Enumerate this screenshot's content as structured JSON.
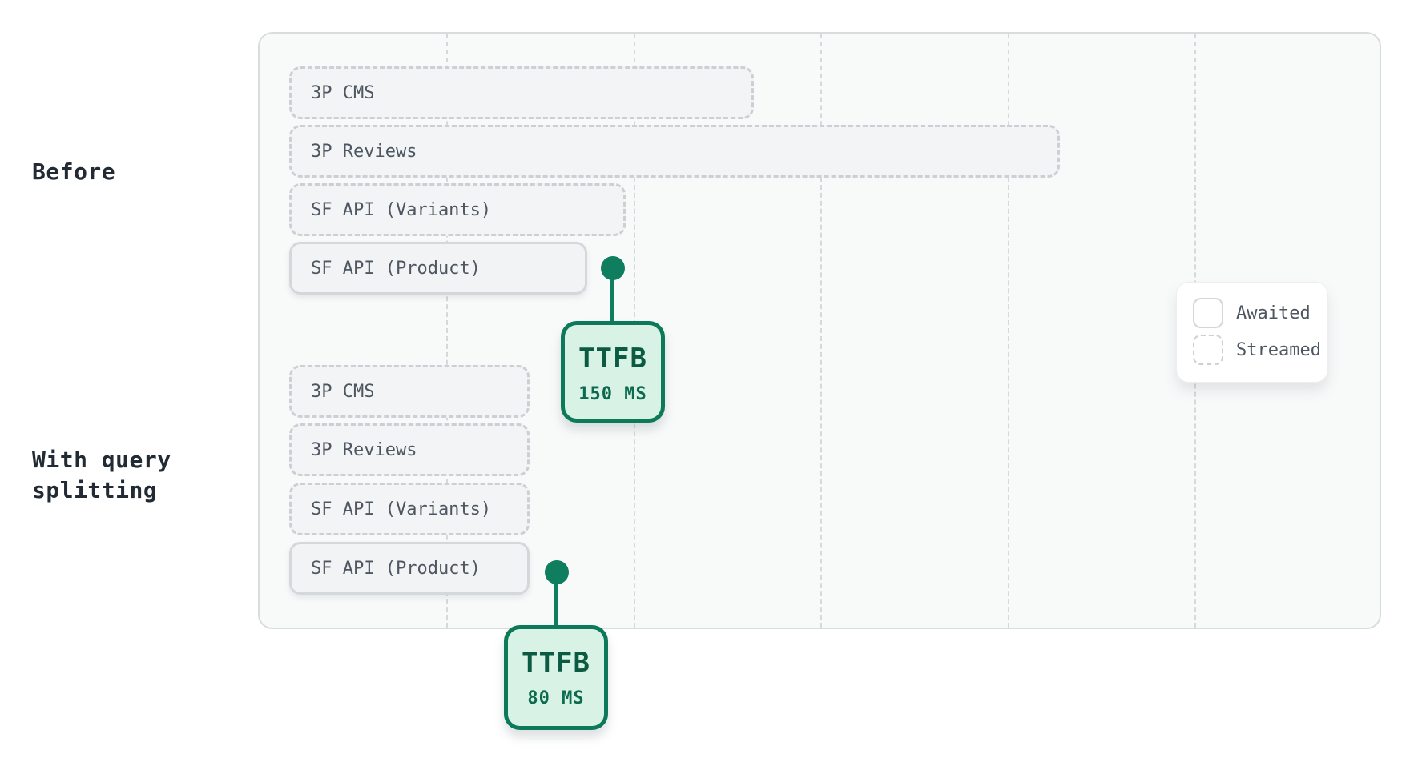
{
  "sections": [
    {
      "label": "Before"
    },
    {
      "label": "With query\nsplitting"
    }
  ],
  "timeline": {
    "groups": [
      {
        "section": "Before",
        "bars": [
          {
            "label": "3P CMS",
            "type": "streamed"
          },
          {
            "label": "3P Reviews",
            "type": "streamed"
          },
          {
            "label": "SF API (Variants)",
            "type": "streamed"
          },
          {
            "label": "SF API (Product)",
            "type": "awaited"
          }
        ],
        "ttfb": {
          "title": "TTFB",
          "value": "150 MS"
        }
      },
      {
        "section": "With query splitting",
        "bars": [
          {
            "label": "3P CMS",
            "type": "streamed"
          },
          {
            "label": "3P Reviews",
            "type": "streamed"
          },
          {
            "label": "SF API (Variants)",
            "type": "streamed"
          },
          {
            "label": "SF API (Product)",
            "type": "awaited"
          }
        ],
        "ttfb": {
          "title": "TTFB",
          "value": "80 MS"
        }
      }
    ]
  },
  "legend": {
    "items": [
      {
        "label": "Awaited",
        "swatch": "solid"
      },
      {
        "label": "Streamed",
        "swatch": "dashed"
      }
    ]
  },
  "colors": {
    "accent_green": "#0e7e5e",
    "accent_green_border": "#0c7a59",
    "accent_green_text_dark": "#0b5a42",
    "accent_green_text": "#0c6b4f",
    "ttfb_box_bg": "#d9f2e6",
    "panel_bg": "#f8fafa",
    "panel_border": "#d9dcde",
    "bar_bg": "#f3f4f5",
    "bar_border_dashed": "#cbd0d5",
    "bar_border_solid": "#d5d8db",
    "bar_text": "#4e5761",
    "label_text": "#222a33",
    "gridline": "#d5d9dc"
  }
}
